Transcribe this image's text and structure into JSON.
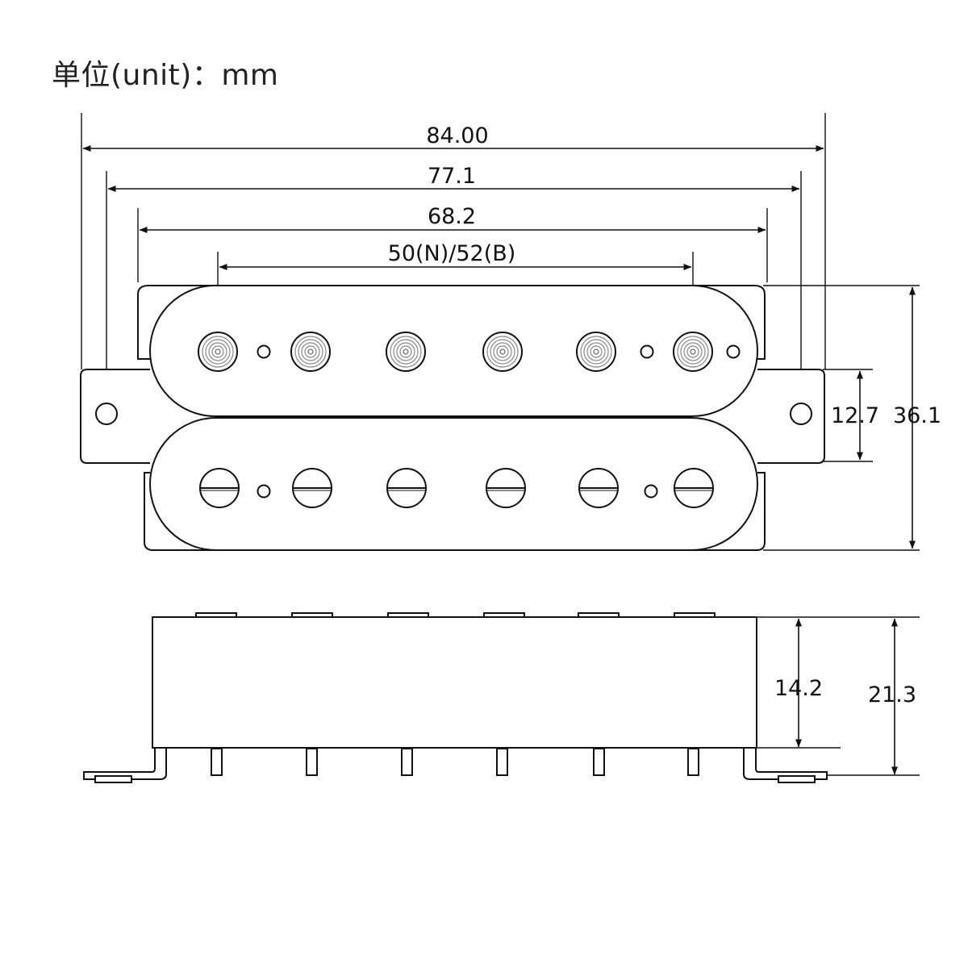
{
  "unit_label": "单位(unit)：mm",
  "dimensions": {
    "total_length": "84.00",
    "mount_hole_spacing": "77.1",
    "base_length": "68.2",
    "pole_spacing": "50(N)/52(B)",
    "tab_height": "12.7",
    "total_width": "36.1",
    "body_height": "14.2",
    "total_height": "21.3"
  },
  "colors": {
    "line": "#111111",
    "pole_ring": "#888888"
  }
}
